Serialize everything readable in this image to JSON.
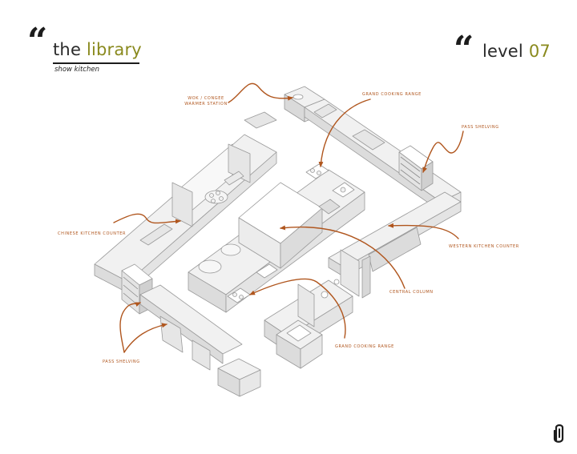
{
  "header_left": {
    "quote_mark": "“",
    "title_prefix": "the ",
    "title_accent": "library",
    "subtitle": "show kitchen"
  },
  "header_right": {
    "quote_mark": "“",
    "title_prefix": "level ",
    "title_accent": "07"
  },
  "callouts": {
    "wok_congee": [
      "WOK / CONGEE",
      "WARMER STATION"
    ],
    "grand_cooking_top": "GRAND COOKING RANGE",
    "pass_top_right": "PASS SHELVING",
    "chinese_counter": "CHINESE KITCHEN COUNTER",
    "western_counter": "WESTERN KITCHEN COUNTER",
    "central_column": "CENTRAL COLUMN",
    "grand_cooking_bottom": "GRAND COOKING RANGE",
    "pass_bottom_left": "PASS SHELVING"
  },
  "colors": {
    "accent_olive": "#8a8a1e",
    "annotation_orange": "#b0561e",
    "plan_line": "#9a9a9a",
    "plan_fill": "#f1f1f1",
    "plan_shadow": "#dadada",
    "text_dark": "#1c1c1c"
  },
  "icons": {
    "quote": "double-quote-icon",
    "logo": "paperclip-logo-icon"
  }
}
